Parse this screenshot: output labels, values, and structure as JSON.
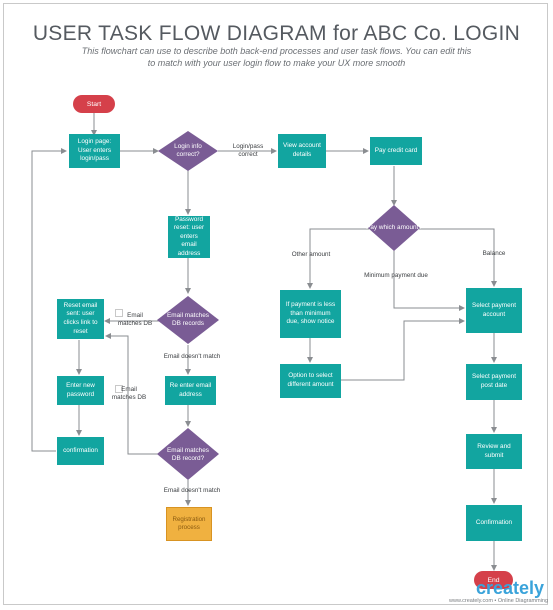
{
  "title": "USER TASK FLOW DIAGRAM for ABC Co. LOGIN",
  "subtitle": "This flowchart can use to describe both back-end processes and user task flows. You can edit this to match with your user login flow to make your UX more smooth",
  "nodes": {
    "start": "Start",
    "login_page": "Login page: User enters login/pass",
    "login_correct": "Login info correct?",
    "view_account": "View account details",
    "pay_credit_card": "Pay credit card",
    "pay_which_amount": "Pay which amount?",
    "password_reset": "Password reset: user enters email address",
    "email_matches_records": "Email matches DB records",
    "reset_email_sent": "Reset email sent: user clicks link to reset",
    "enter_new_password": "Enter new password",
    "confirmation_left": "confirmation",
    "reenter_email": "Re enter email address",
    "email_matches_record2": "Email matches DB record?",
    "registration_process": "Registration process",
    "payment_less": "If payment is less than minimum due, show notice",
    "option_select_amount": "Option to select different amount",
    "select_payment_account": "Select payment account",
    "select_payment_date": "Select payment post date",
    "review_submit": "Review and submit",
    "confirmation_right": "Confirmation",
    "end": "End"
  },
  "edge_labels": {
    "login_correct": "Login/pass correct",
    "email_matches_db_1": "Email matches DB",
    "email_doesnt_match_1": "Email doesn't match",
    "email_matches_db_2": "Email matches DB",
    "email_doesnt_match_2": "Email doesn't match",
    "other_amount": "Other amount",
    "minimum_payment_due": "Minimum payment due",
    "balance": "Balance"
  },
  "branding": {
    "logo": "creately",
    "tagline": "www.creately.com • Online Diagramming"
  },
  "colors": {
    "process": "#12a5a0",
    "decision": "#7a5c95",
    "terminator": "#d5404a",
    "registration": "#f0b140",
    "connector": "#8a8d91"
  }
}
